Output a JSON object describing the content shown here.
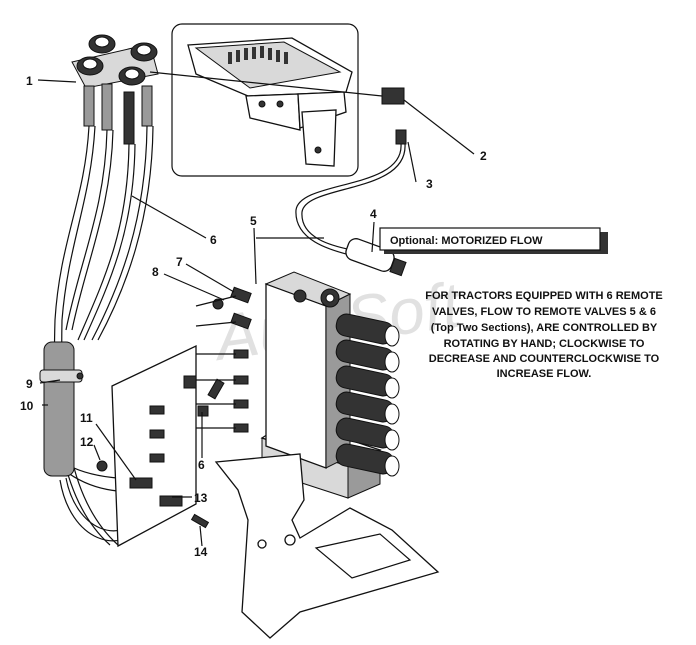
{
  "callouts": [
    {
      "id": "c1",
      "text": "1"
    },
    {
      "id": "c2",
      "text": "2"
    },
    {
      "id": "c3",
      "text": "3"
    },
    {
      "id": "c4",
      "text": "4"
    },
    {
      "id": "c5",
      "text": "5"
    },
    {
      "id": "c6a",
      "text": "6"
    },
    {
      "id": "c6b",
      "text": "6"
    },
    {
      "id": "c7",
      "text": "7"
    },
    {
      "id": "c8",
      "text": "8"
    },
    {
      "id": "c9",
      "text": "9"
    },
    {
      "id": "c10",
      "text": "10"
    },
    {
      "id": "c11",
      "text": "11"
    },
    {
      "id": "c12",
      "text": "12"
    },
    {
      "id": "c13",
      "text": "13"
    },
    {
      "id": "c14",
      "text": "14"
    }
  ],
  "optional_box": {
    "label": "Optional:  MOTORIZED  FLOW"
  },
  "note_lines": [
    "FOR TRACTORS EQUIPPED WITH 6 REMOTE",
    "VALVES, FLOW TO REMOTE VALVES 5 & 6",
    "(Top Two Sections), ARE CONTROLLED BY",
    "ROTATING BY HAND;  CLOCKWISE TO",
    "DECREASE  AND  COUNTERCLOCKWISE TO",
    "INCREASE FLOW."
  ],
  "watermark": "AutoSoft"
}
